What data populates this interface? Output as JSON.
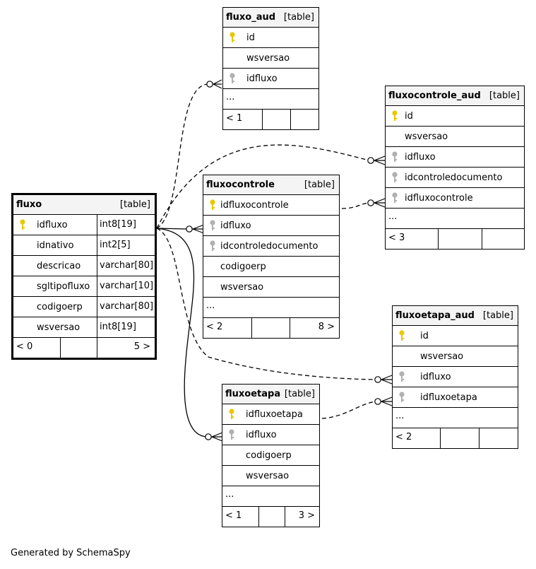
{
  "footer": {
    "generated_by": "Generated by SchemaSpy"
  },
  "tables": {
    "fluxo": {
      "name": "fluxo",
      "type": "[table]",
      "columns": [
        {
          "name": "idfluxo",
          "type": "int8[19]"
        },
        {
          "name": "idnativo",
          "type": "int2[5]"
        },
        {
          "name": "descricao",
          "type": "varchar[80]"
        },
        {
          "name": "sgltipofluxo",
          "type": "varchar[10]"
        },
        {
          "name": "codigoerp",
          "type": "varchar[80]"
        },
        {
          "name": "wsversao",
          "type": "int8[19]"
        }
      ],
      "footer_left": "< 0",
      "footer_right": "5 >"
    },
    "fluxo_aud": {
      "name": "fluxo_aud",
      "type": "[table]",
      "columns": [
        {
          "name": "id"
        },
        {
          "name": "wsversao"
        },
        {
          "name": "idfluxo"
        }
      ],
      "more": "...",
      "footer_left": "< 1"
    },
    "fluxocontrole": {
      "name": "fluxocontrole",
      "type": "[table]",
      "columns": [
        {
          "name": "idfluxocontrole"
        },
        {
          "name": "idfluxo"
        },
        {
          "name": "idcontroledocumento"
        },
        {
          "name": "codigoerp"
        },
        {
          "name": "wsversao"
        }
      ],
      "more": "...",
      "footer_left": "< 2",
      "footer_right": "8 >"
    },
    "fluxocontrole_aud": {
      "name": "fluxocontrole_aud",
      "type": "[table]",
      "columns": [
        {
          "name": "id"
        },
        {
          "name": "wsversao"
        },
        {
          "name": "idfluxo"
        },
        {
          "name": "idcontroledocumento"
        },
        {
          "name": "idfluxocontrole"
        }
      ],
      "more": "...",
      "footer_left": "< 3"
    },
    "fluxoetapa_aud": {
      "name": "fluxoetapa_aud",
      "type": "[table]",
      "columns": [
        {
          "name": "id"
        },
        {
          "name": "wsversao"
        },
        {
          "name": "idfluxo"
        },
        {
          "name": "idfluxoetapa"
        }
      ],
      "more": "...",
      "footer_left": "< 2"
    },
    "fluxoetapa": {
      "name": "fluxoetapa",
      "type": "[table]",
      "columns": [
        {
          "name": "idfluxoetapa"
        },
        {
          "name": "idfluxo"
        },
        {
          "name": "codigoerp"
        },
        {
          "name": "wsversao"
        }
      ],
      "more": "...",
      "footer_left": "< 1",
      "footer_right": "3 >"
    }
  },
  "colors": {
    "primary_key": "#e8c800",
    "foreign_key": "#b0b0b0",
    "header_bg": "#f4f4f4"
  }
}
